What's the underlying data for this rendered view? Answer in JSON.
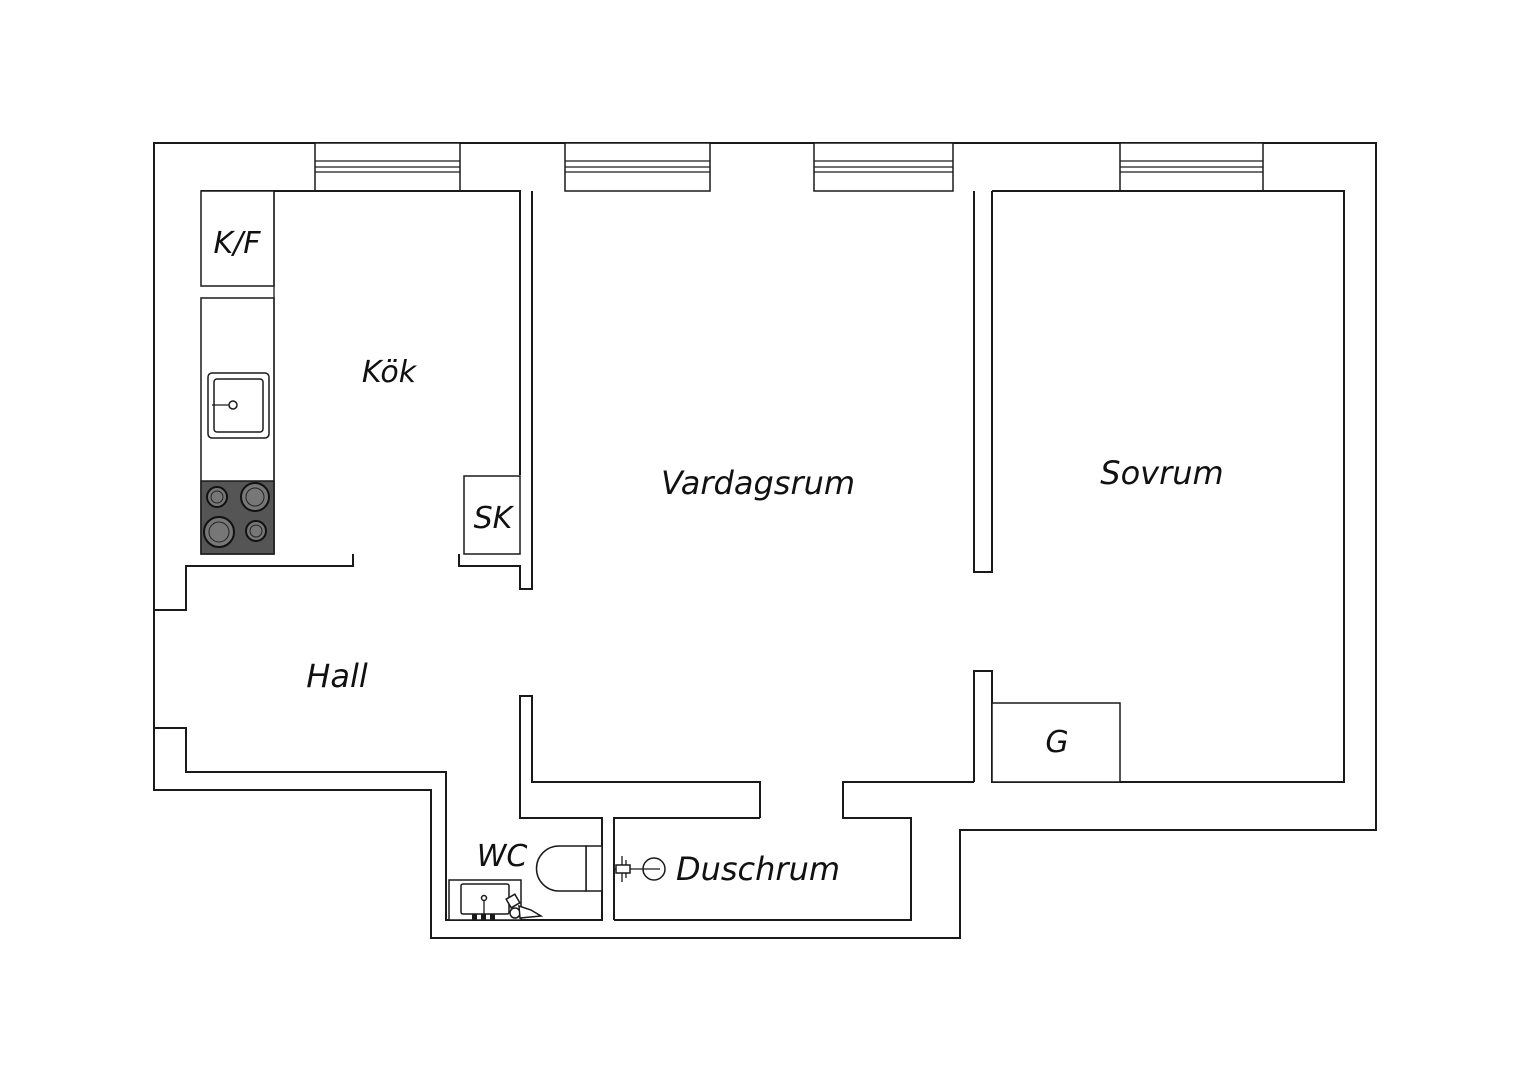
{
  "rooms": {
    "kok": "Kök",
    "kf": "K/F",
    "sk": "SK",
    "vardagsrum": "Vardagsrum",
    "sovrum": "Sovrum",
    "hall": "Hall",
    "g": "G",
    "wc": "WC",
    "duschrum": "Duschrum"
  },
  "colors": {
    "line": "#1a1a1a",
    "stove": "#555555",
    "background": "#ffffff"
  }
}
